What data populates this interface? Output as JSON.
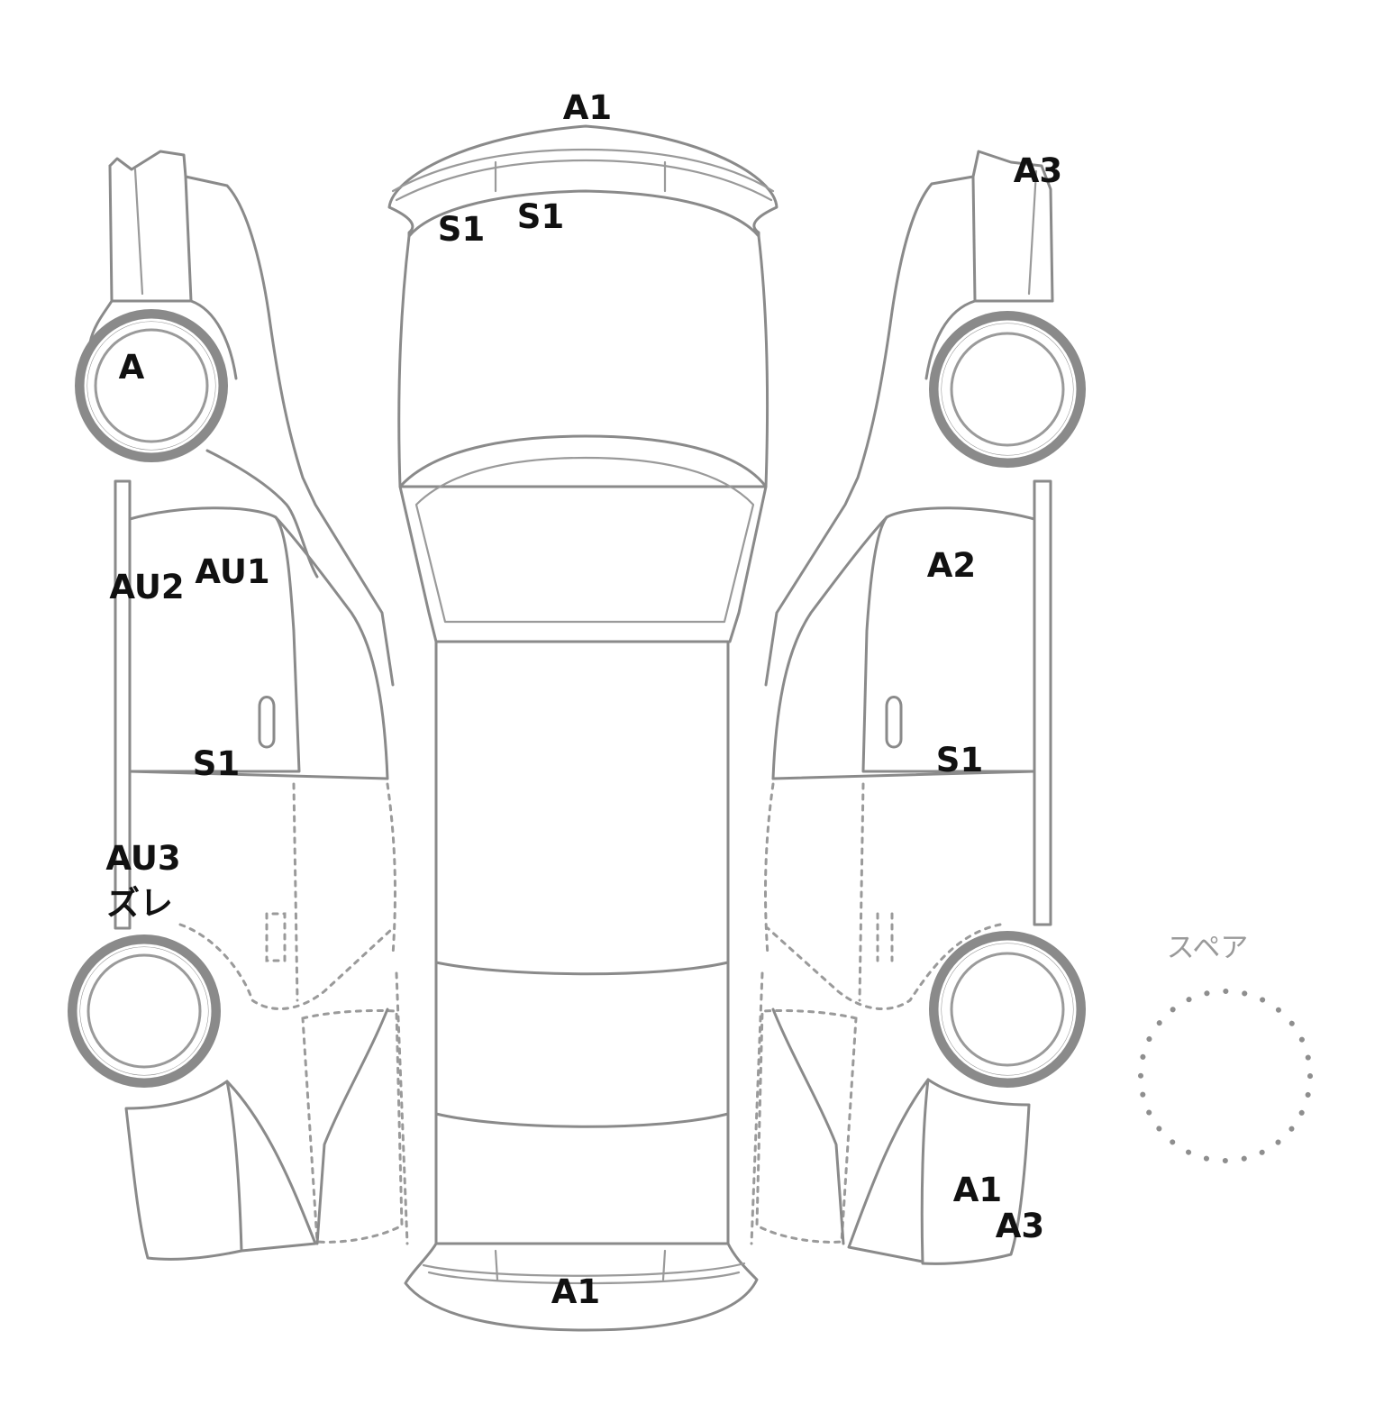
{
  "diagram": {
    "spare_label": "スペア",
    "marks": {
      "front_bumper": "A1",
      "hood_left": "S1",
      "hood_center": "S1",
      "left_front_wheel": "A",
      "left_pillar": "AU2",
      "left_front_door": "AU1",
      "left_rocker": "S1",
      "left_rear_a": "AU3",
      "left_rear_b": "ズレ",
      "right_front_fender": "A3",
      "right_front_door": "A2",
      "right_rocker": "S1",
      "right_rear_a": "A1",
      "right_rear_b": "A3",
      "rear_bumper": "A1"
    }
  }
}
